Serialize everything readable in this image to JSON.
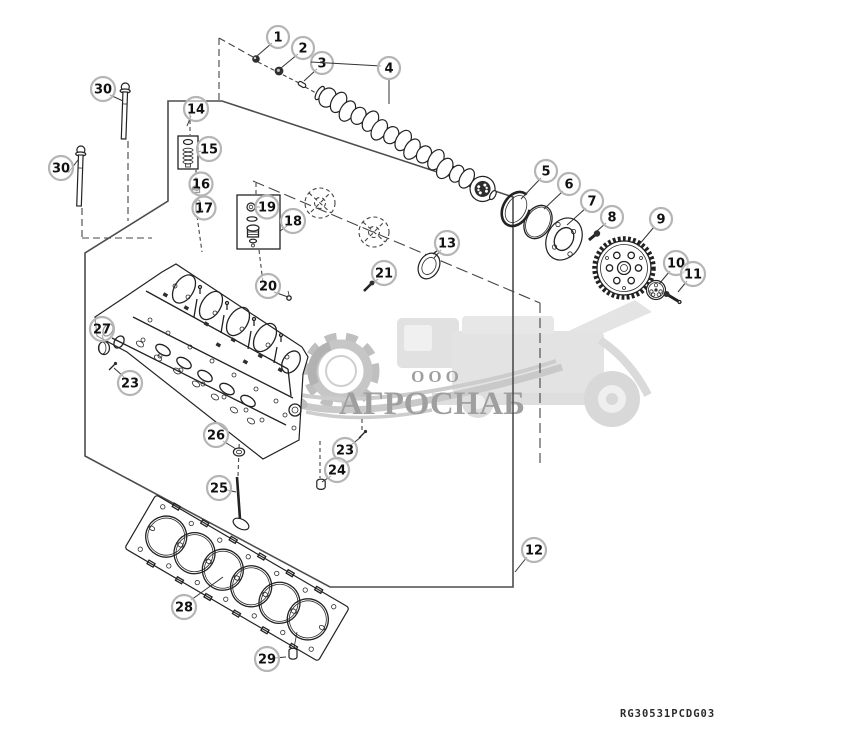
{
  "diagram": {
    "code": "RG30531PCDG03"
  },
  "watermark": {
    "line1": "ООО",
    "line2": "АГРОСНАБ"
  },
  "colors": {
    "line": "#222222",
    "callout_ring": "#b5b5b5",
    "watermark_text": "#9f9f9f",
    "watermark_art": "#c9c9c9",
    "background": "#ffffff"
  },
  "callouts": [
    {
      "label": "1"
    },
    {
      "label": "2"
    },
    {
      "label": "3"
    },
    {
      "label": "4"
    },
    {
      "label": "5"
    },
    {
      "label": "6"
    },
    {
      "label": "7"
    },
    {
      "label": "8"
    },
    {
      "label": "9"
    },
    {
      "label": "10"
    },
    {
      "label": "11"
    },
    {
      "label": "12"
    },
    {
      "label": "13"
    },
    {
      "label": "14"
    },
    {
      "label": "15"
    },
    {
      "label": "16"
    },
    {
      "label": "17"
    },
    {
      "label": "18"
    },
    {
      "label": "19"
    },
    {
      "label": "20"
    },
    {
      "label": "21"
    },
    {
      "label": "23"
    },
    {
      "label": "23"
    },
    {
      "label": "24"
    },
    {
      "label": "25"
    },
    {
      "label": "26"
    },
    {
      "label": "27"
    },
    {
      "label": "28"
    },
    {
      "label": "29"
    },
    {
      "label": "30"
    },
    {
      "label": "30"
    }
  ]
}
